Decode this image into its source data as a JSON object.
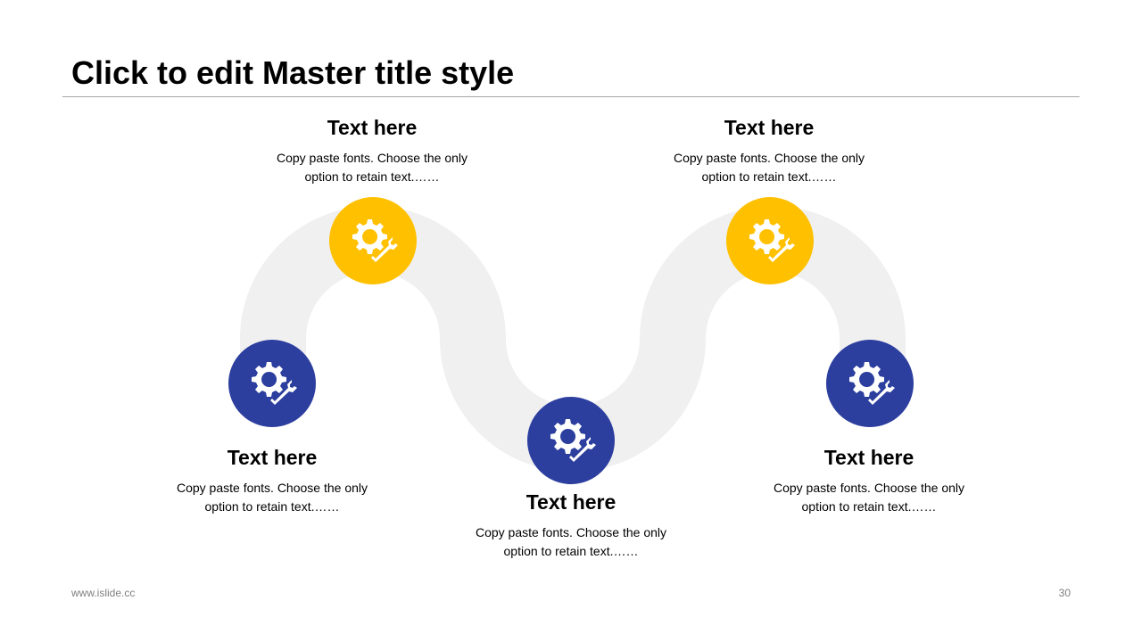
{
  "slide": {
    "title": "Click to edit Master title style"
  },
  "steps": [
    {
      "heading": "Text here",
      "desc_line1": "Copy paste fonts. Choose the only",
      "desc_line2": "option to retain text.……",
      "icon": "gear-wrench-icon",
      "color": "#2c3e9e"
    },
    {
      "heading": "Text here",
      "desc_line1": "Copy paste fonts. Choose the only",
      "desc_line2": "option to retain text.……",
      "icon": "gear-wrench-icon",
      "color": "#ffc000"
    },
    {
      "heading": "Text here",
      "desc_line1": "Copy paste fonts. Choose the only",
      "desc_line2": "option to retain text.……",
      "icon": "gear-wrench-icon",
      "color": "#2c3e9e"
    },
    {
      "heading": "Text here",
      "desc_line1": "Copy paste fonts. Choose the only",
      "desc_line2": "option to retain text.……",
      "icon": "gear-wrench-icon",
      "color": "#ffc000"
    },
    {
      "heading": "Text here",
      "desc_line1": "Copy paste fonts. Choose the only",
      "desc_line2": "option to retain text.……",
      "icon": "gear-wrench-icon",
      "color": "#2c3e9e"
    }
  ],
  "footer": {
    "website": "www.islide.cc",
    "page_number": "30"
  },
  "colors": {
    "primary": "#2c3e9e",
    "accent": "#ffc000",
    "path": "#f0f0f0"
  }
}
